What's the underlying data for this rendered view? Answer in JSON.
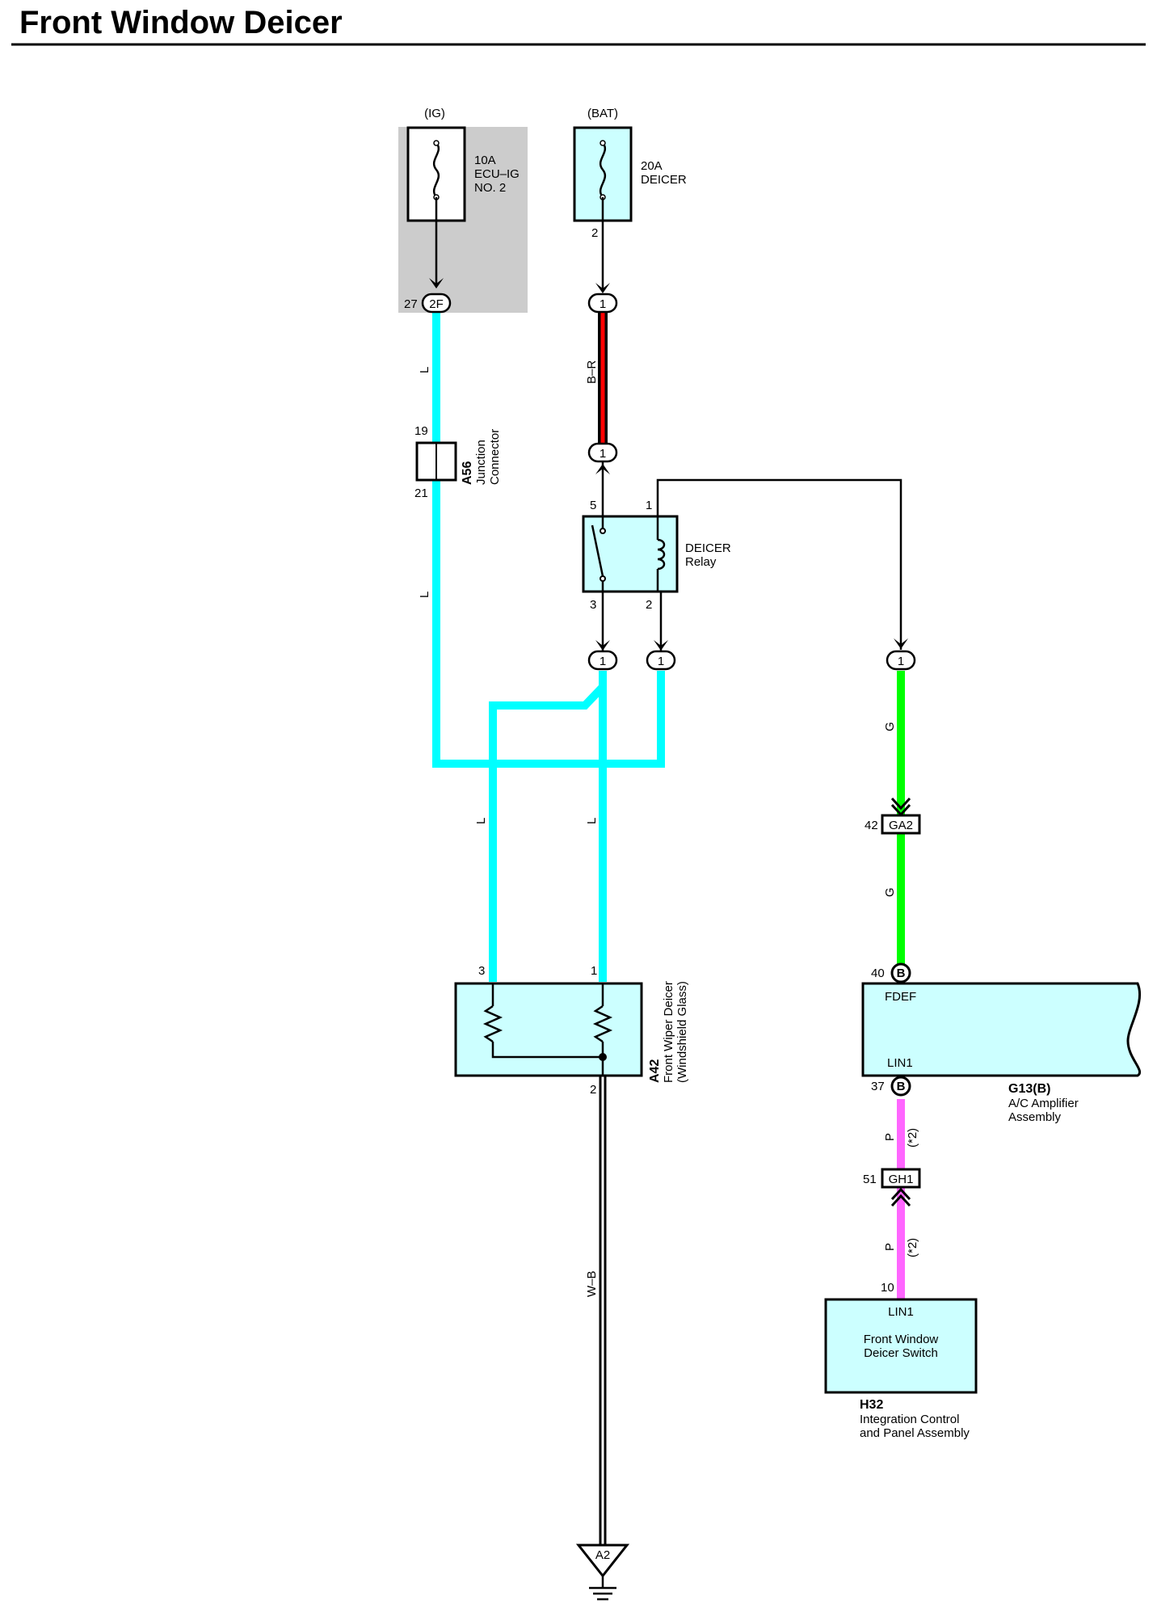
{
  "title": "Front Window Deicer",
  "colors": {
    "L": "#00ffff",
    "G": "#00ff00",
    "P": "#ff66ff",
    "B_R": "#ff0000",
    "fuse_bg": "#cccccc",
    "component_fill": "#ccffff"
  },
  "fuses": {
    "ig": {
      "source": "(IG)",
      "rating": "10A",
      "name1": "ECU–IG",
      "name2": "NO. 2"
    },
    "bat": {
      "source": "(BAT)",
      "rating": "20A",
      "name1": "DEICER",
      "terminal": "2"
    }
  },
  "connectors": {
    "fuse_ig_out": {
      "pin": "27",
      "label": "2F"
    },
    "br_top": {
      "label": "1"
    },
    "br_bottom": {
      "label": "1"
    },
    "relay3_out": {
      "label": "1"
    },
    "relay2_out": {
      "label": "1"
    },
    "relay1_out": {
      "label": "1"
    },
    "ga2": {
      "pin": "42",
      "label": "GA2"
    },
    "gh1": {
      "pin": "51",
      "label": "GH1"
    }
  },
  "wires": {
    "ig_upper": "L",
    "ig_lower": "L",
    "br": "B–R",
    "left_drop": "L",
    "mid_drop": "L",
    "g_upper": "G",
    "g_lower": "G",
    "p_upper": "P",
    "p_upper_note": "(*2)",
    "p_lower": "P",
    "p_lower_note": "(*2)",
    "ground": "W–B"
  },
  "junction": {
    "id": "A56",
    "name1": "Junction",
    "name2": "Connector",
    "pin_top": "19",
    "pin_bottom": "21"
  },
  "relay": {
    "name1": "DEICER",
    "name2": "Relay",
    "pin5": "5",
    "pin1": "1",
    "pin3": "3",
    "pin2": "2"
  },
  "deicer": {
    "id": "A42",
    "name1": "Front Wiper Deicer",
    "name2": "(Windshield Glass)",
    "pin3": "3",
    "pin1": "1",
    "pin2": "2"
  },
  "amplifier": {
    "id": "G13(B)",
    "name1": "A/C Amplifier",
    "name2": "Assembly",
    "pin_top": "40",
    "pin_top_label": "B",
    "signal_top": "FDEF",
    "pin_bottom": "37",
    "pin_bottom_label": "B",
    "signal_bottom": "LIN1"
  },
  "switch": {
    "id": "H32",
    "name1": "Integration Control",
    "name2": "and Panel Assembly",
    "pin": "10",
    "signal": "LIN1",
    "label1": "Front Window",
    "label2": "Deicer Switch"
  },
  "ground": {
    "label": "A2"
  }
}
